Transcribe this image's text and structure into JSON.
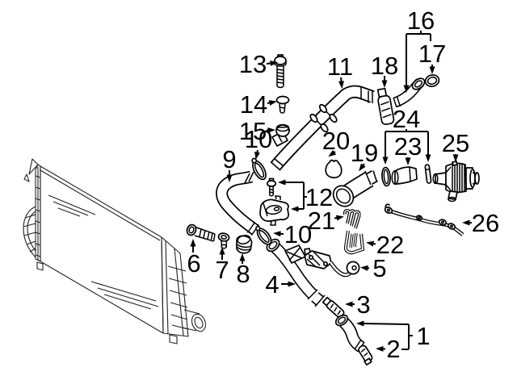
{
  "colors": {
    "ink": "#000000",
    "paper": "#ffffff",
    "thin_line": "#222222"
  },
  "callouts": {
    "n1": "1",
    "n2": "2",
    "n3": "3",
    "n4": "4",
    "n5": "5",
    "n6": "6",
    "n7": "7",
    "n8": "8",
    "n9": "9",
    "n10a": "10",
    "n10b": "10",
    "n11": "11",
    "n12": "12",
    "n13": "13",
    "n14": "14",
    "n15": "15",
    "n16": "16",
    "n17": "17",
    "n18": "18",
    "n19": "19",
    "n20": "20",
    "n21": "21",
    "n22": "22",
    "n23": "23",
    "n24": "24",
    "n25": "25",
    "n26": "26"
  }
}
